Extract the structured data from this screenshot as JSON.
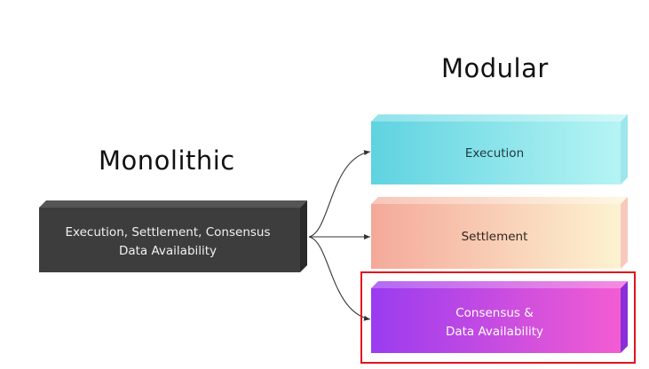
{
  "headings": {
    "monolithic": "Monolithic",
    "modular": "Modular"
  },
  "blocks": {
    "monolithic": "Execution, Settlement, Consensus\nData Availability",
    "execution": "Execution",
    "settlement": "Settlement",
    "consensus": "Consensus &\nData Availability"
  },
  "colors": {
    "monolithic_block": "#3d3d3d",
    "execution_gradient": [
      "#5fd3e0",
      "#b6f4f4"
    ],
    "settlement_gradient": [
      "#f4a99a",
      "#fdf3d0"
    ],
    "consensus_gradient": [
      "#9a3cf0",
      "#f35cd2"
    ],
    "highlight_border": "#e0141c",
    "arrow": "#333333"
  }
}
